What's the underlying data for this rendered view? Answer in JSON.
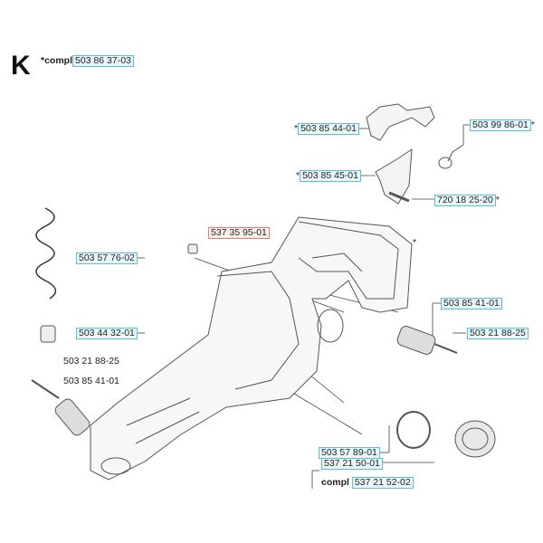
{
  "section_letter": "K",
  "header": {
    "prefix": "*compl",
    "part": "503 86 37-03"
  },
  "parts": {
    "p1": {
      "prefix": "*",
      "number": "503 85 44-01",
      "suffix": ""
    },
    "p2": {
      "prefix": "",
      "number": "503 99 86-01",
      "suffix": "*"
    },
    "p3": {
      "prefix": "*",
      "number": "503 85 45-01",
      "suffix": ""
    },
    "p4": {
      "prefix": "",
      "number": "720 18 25-20",
      "suffix": "*"
    },
    "p5": {
      "prefix": "",
      "number": "537 35 95-01",
      "suffix": ""
    },
    "p6": {
      "prefix": "",
      "number": "503 57 76-02",
      "suffix": ""
    },
    "p7": {
      "prefix": "",
      "number": "503 85 41-01",
      "suffix": ""
    },
    "p8": {
      "prefix": "",
      "number": "503 21 88-25",
      "suffix": ""
    },
    "p9": {
      "prefix": "",
      "number": "503 44 32-01",
      "suffix": ""
    },
    "p10": {
      "number": "503 21 88-25"
    },
    "p11": {
      "number": "503 85 41-01"
    },
    "p12": {
      "prefix": "",
      "number": "503 57 89-01",
      "suffix": ""
    },
    "p13": {
      "prefix": "",
      "number": "537 21 50-01",
      "suffix": ""
    },
    "p14": {
      "prefix": "compl",
      "number": "537 21 52-02",
      "suffix": ""
    }
  },
  "asterisk_note": "*",
  "colors": {
    "link_box": "#5bbfd0",
    "highlight_box": "#e87a6a"
  }
}
